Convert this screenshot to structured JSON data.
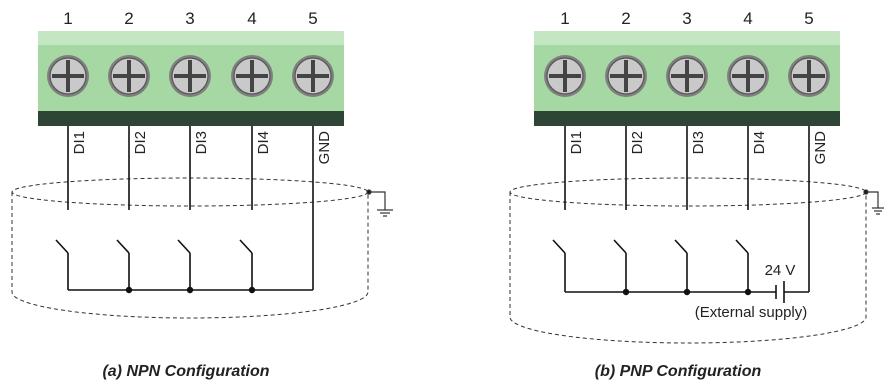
{
  "terminal_numbers": [
    "1",
    "2",
    "3",
    "4",
    "5"
  ],
  "terminal_labels": [
    "DI1",
    "DI2",
    "DI3",
    "DI4",
    "GND"
  ],
  "diagram_a": {
    "caption": "(a) NPN Configuration"
  },
  "diagram_b": {
    "caption": "(b) PNP Configuration",
    "voltage": "24 V",
    "supply_note": "(External supply)"
  },
  "colors": {
    "terminal_block": "#a6d8a4",
    "terminal_block_top": "#c4e6c2",
    "terminal_base": "#2e4434",
    "screw": "#bdbdbd",
    "wire": "#111111"
  }
}
